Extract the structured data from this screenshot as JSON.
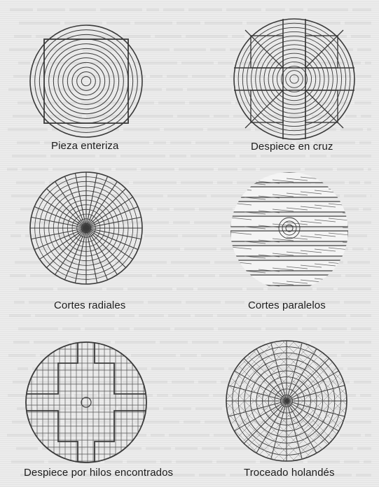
{
  "figure": {
    "captions": [
      "Pieza enteriza",
      "Despiece en cruz",
      "Cortes radiales",
      "Cortes paralelos",
      "Despiece por hilos encontrados",
      "Troceado holandés"
    ]
  }
}
